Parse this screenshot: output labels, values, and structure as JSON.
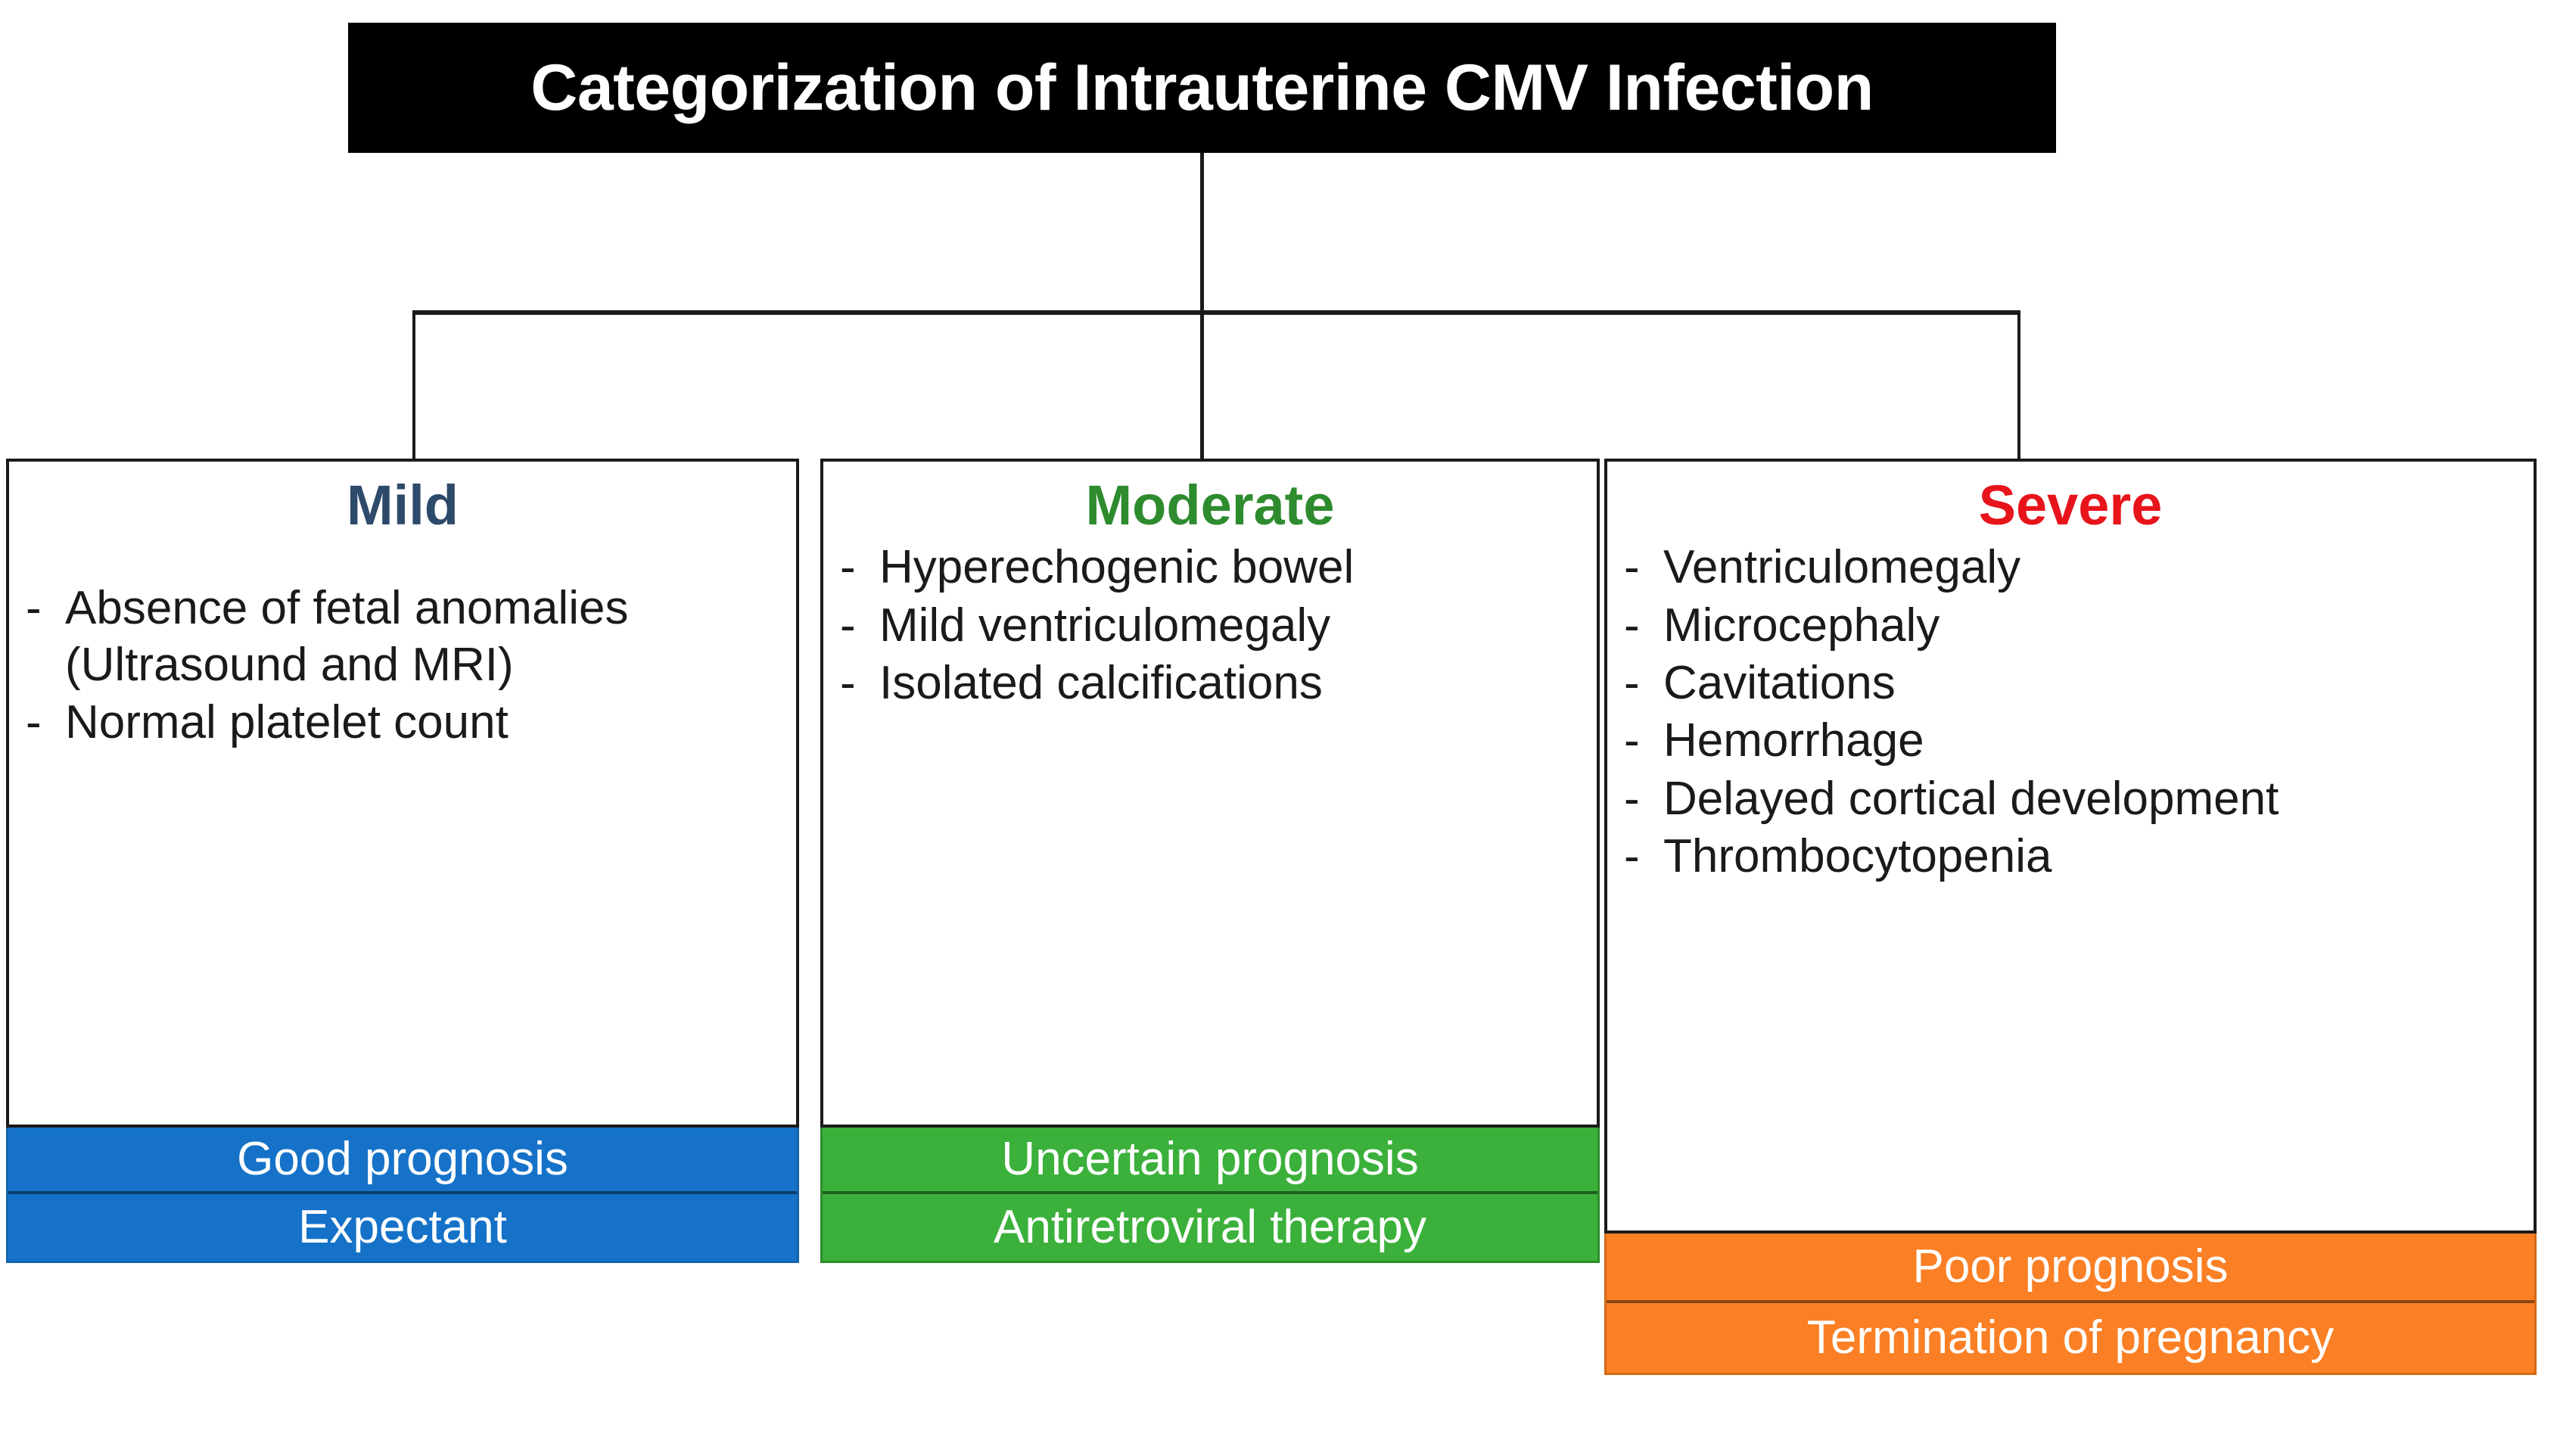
{
  "title": {
    "text": "Categorization of Intrauterine CMV Infection",
    "background_color": "#000000",
    "text_color": "#FFFFFF"
  },
  "connectors": {
    "style": "orthogonal-tree",
    "description": "vertical stem from title to horizontal bar, three drops to the three category cards"
  },
  "columns": [
    {
      "id": "mild",
      "heading": "Mild",
      "heading_color": "#2E4A6B",
      "bullet_marker": "-",
      "items": [
        "Absence of fetal anomalies (Ultrasound and MRI)",
        "Normal platelet count"
      ],
      "bands": {
        "prognosis": "Good prognosis",
        "management": "Expectant",
        "color": "#1572C8"
      }
    },
    {
      "id": "moderate",
      "heading": "Moderate",
      "heading_color": "#2E8B2E",
      "bullet_marker": "-",
      "items": [
        "Hyperechogenic bowel",
        "Mild ventriculomegaly",
        "Isolated calcifications"
      ],
      "bands": {
        "prognosis": "Uncertain prognosis",
        "management": "Antiretroviral therapy",
        "color": "#3BB03B"
      }
    },
    {
      "id": "severe",
      "heading": "Severe",
      "heading_color": "#E8141B",
      "bullet_marker": "-",
      "items": [
        "Ventriculomegaly",
        "Microcephaly",
        "Cavitations",
        "Hemorrhage",
        "Delayed cortical development",
        "Thrombocytopenia"
      ],
      "bands": {
        "prognosis": "Poor prognosis",
        "management": "Termination of pregnancy",
        "color": "#FB7F24"
      }
    }
  ]
}
